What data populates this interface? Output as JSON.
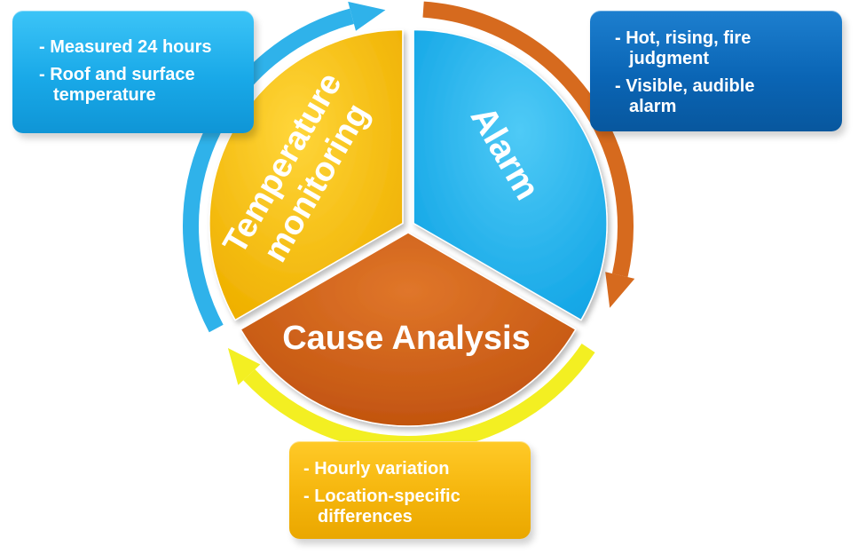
{
  "segments": {
    "temperature": {
      "label_line1": "Temperature",
      "label_line2": "monitoring",
      "color": "#f7c000"
    },
    "alarm": {
      "label": "Alarm",
      "color": "#23b4ec"
    },
    "cause": {
      "label": "Cause Analysis",
      "color": "#d35f16"
    }
  },
  "arrows": {
    "temperature_to_alarm_color": "#2fb2ea",
    "alarm_to_cause_color": "#d66a1e",
    "cause_to_temperature_color": "#f3ef22"
  },
  "callouts": {
    "temperature": {
      "items": [
        "- Measured 24 hours",
        "- Roof and surface\ntemperature"
      ]
    },
    "alarm": {
      "items": [
        "- Hot, rising, fire\njudgment",
        "- Visible, audible\nalarm"
      ]
    },
    "cause": {
      "items": [
        "- Hourly variation",
        "- Location-specific\ndifferences"
      ]
    }
  }
}
